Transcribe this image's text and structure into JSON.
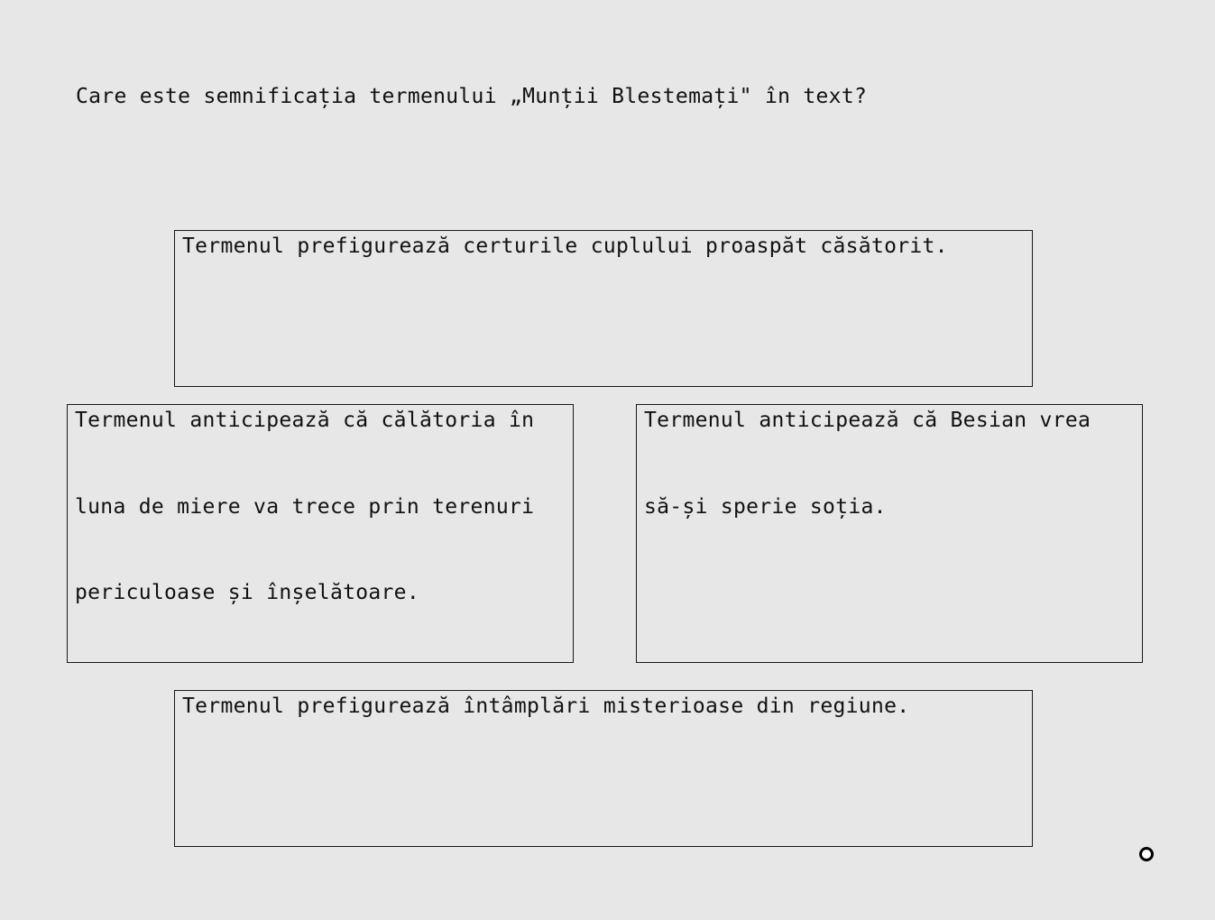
{
  "question": "Care este semnificația termenului „Munții Blestemați\" în text?",
  "options": [
    {
      "id": "a",
      "lines": [
        "Termenul prefigurează certurile cuplului proaspăt căsătorit."
      ]
    },
    {
      "id": "b",
      "lines": [
        "Termenul anticipează că călătoria în",
        "luna de miere va trece prin terenuri",
        "periculoase și înșelătoare."
      ]
    },
    {
      "id": "c",
      "lines": [
        "Termenul anticipează că Besian vrea",
        "să-și sperie soția."
      ]
    },
    {
      "id": "d",
      "lines": [
        "Termenul prefigurează întâmplări misterioase din regiune."
      ]
    }
  ],
  "cursor": {
    "icon": "cursor-ring-icon"
  }
}
